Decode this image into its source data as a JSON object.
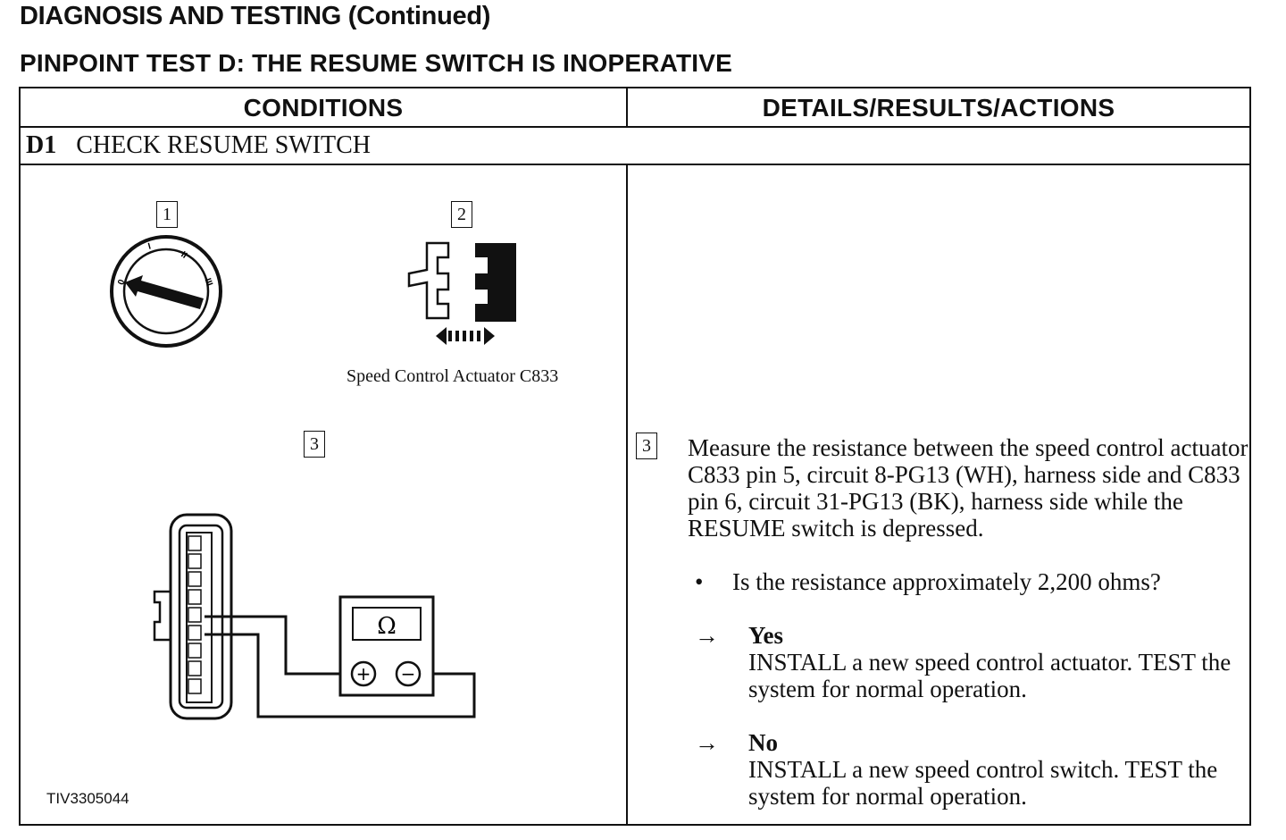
{
  "header": {
    "title": "DIAGNOSIS AND TESTING (Continued)",
    "test_title": "PINPOINT TEST D:  THE RESUME SWITCH IS INOPERATIVE"
  },
  "table": {
    "col_conditions": "CONDITIONS",
    "col_details": "DETAILS/RESULTS/ACTIONS",
    "step_id": "D1",
    "step_title": "CHECK RESUME SWITCH"
  },
  "figure": {
    "callout_1": "1",
    "callout_2": "2",
    "callout_3": "3",
    "ignition_marks": [
      "0",
      "I",
      "II",
      "III"
    ],
    "actuator_label": "Speed Control Actuator C833",
    "meter_symbol": "Ω",
    "meter_plus": "+",
    "meter_minus": "−",
    "figure_id": "TIV3305044"
  },
  "details": {
    "step_callout": "3",
    "instruction": "Measure the resistance between the speed control actuator C833 pin 5, circuit 8-PG13 (WH), harness side and C833 pin 6, circuit 31-PG13 (BK), harness side while the RESUME switch is depressed.",
    "bullet": "•",
    "question": "Is the resistance approximately 2,200 ohms?",
    "arrow": "→",
    "yes_label": "Yes",
    "yes_action": "INSTALL a new speed control actuator. TEST the system for normal operation.",
    "no_label": "No",
    "no_action": "INSTALL a new speed control switch. TEST the system for normal operation."
  }
}
